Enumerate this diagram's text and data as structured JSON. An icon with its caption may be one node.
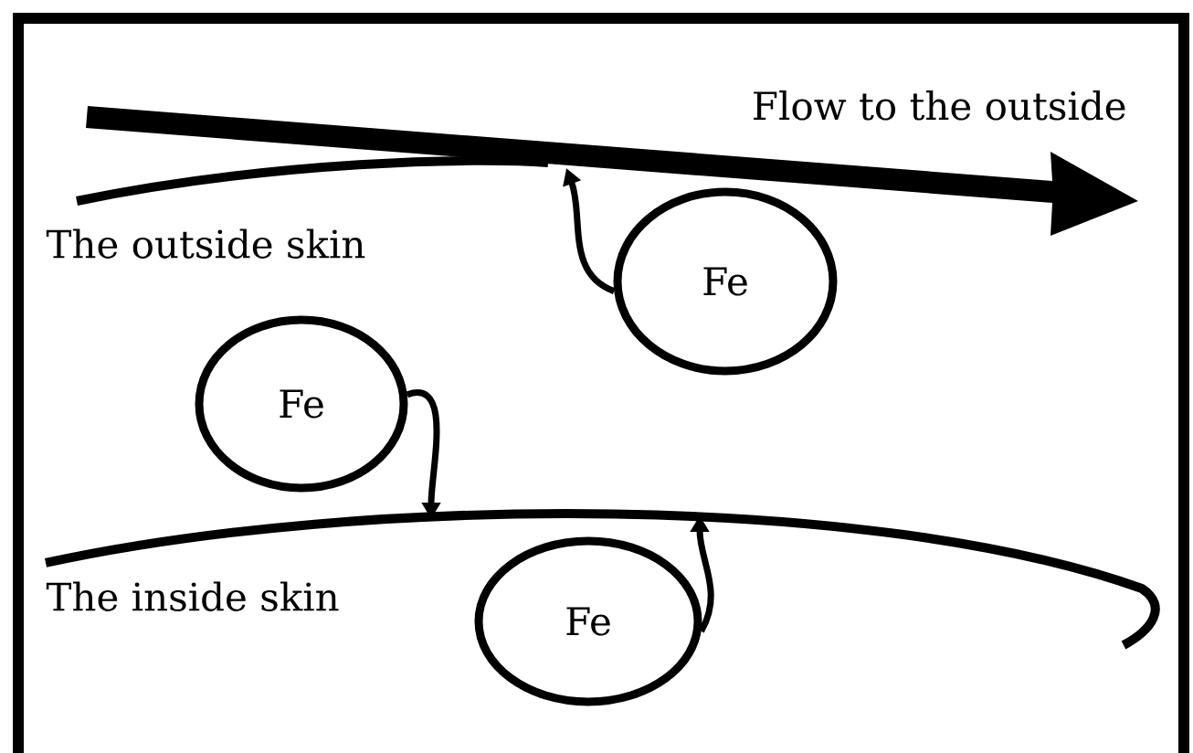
{
  "diagram": {
    "nodes": [
      {
        "text": [
          "The outside skin"
        ]
      },
      {
        "text": [
          "Fe"
        ]
      },
      {
        "text": [
          "Fe"
        ]
      },
      {
        "text": [
          "The inside skin"
        ]
      },
      {
        "text": [
          "Fe"
        ]
      }
    ],
    "edges": [
      {
        "from": 1,
        "to": 0,
        "arrow": "to"
      },
      {
        "from": 2,
        "to": 3,
        "arrow": "to"
      },
      {
        "from": 4,
        "to": 3,
        "arrow": "to"
      }
    ],
    "labels": [
      "Flow to the outside"
    ]
  }
}
